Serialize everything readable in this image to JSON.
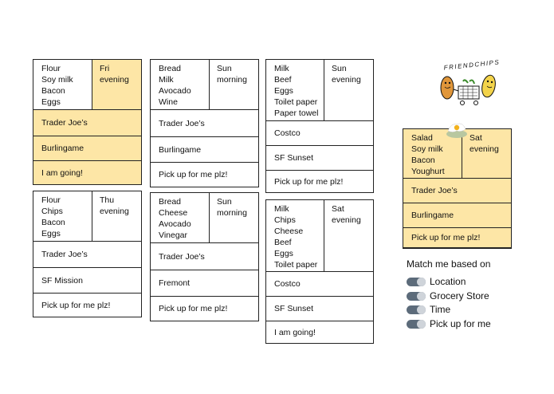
{
  "cards": [
    {
      "items": [
        "Flour",
        "Soy milk",
        "Bacon",
        "Eggs"
      ],
      "time": "Fri\nevening",
      "store": "Trader Joe’s",
      "location": "Burlingame",
      "action": "I am going!"
    },
    {
      "items": [
        "Flour",
        "Chips",
        "Bacon",
        "Eggs"
      ],
      "time": "Thu\nevening",
      "store": "Trader Joe’s",
      "location": "SF Mission",
      "action": "Pick up for me plz!"
    },
    {
      "items": [
        "Bread",
        "Milk",
        "Avocado",
        "Wine"
      ],
      "time": "Sun\nmorning",
      "store": "Trader Joe’s",
      "location": "Burlingame",
      "action": "Pick up for me plz!"
    },
    {
      "items": [
        "Bread",
        "Cheese",
        "Avocado",
        "Vinegar"
      ],
      "time": "Sun\nmorning",
      "store": "Trader Joe’s",
      "location": "Fremont",
      "action": "Pick up for me plz!"
    },
    {
      "items": [
        "Milk",
        "Beef",
        "Eggs",
        "Toilet paper",
        "Paper towel"
      ],
      "time": "Sun\nevening",
      "store": "Costco",
      "location": "SF Sunset",
      "action": "Pick up for me plz!"
    },
    {
      "items": [
        "Milk",
        "Chips",
        "Cheese",
        "Beef",
        "Eggs",
        "Toilet paper"
      ],
      "time": "Sat\nevening",
      "store": "Costco",
      "location": "SF Sunset",
      "action": "I am going!"
    },
    {
      "items": [
        "Salad",
        "Soy milk",
        "Bacon",
        "Youghurt"
      ],
      "time": "Sat\nevening",
      "store": "Trader Joe’s",
      "location": "Burlingame",
      "action": "Pick up for me plz!"
    }
  ],
  "logo_text": "FRIENDCHIPS",
  "match": {
    "title": "Match me based on",
    "options": [
      "Location",
      "Grocery Store",
      "Time",
      "Pick up for me"
    ]
  },
  "colors": {
    "highlight": "#fde6a6",
    "toggle": "#5c6b7a"
  }
}
